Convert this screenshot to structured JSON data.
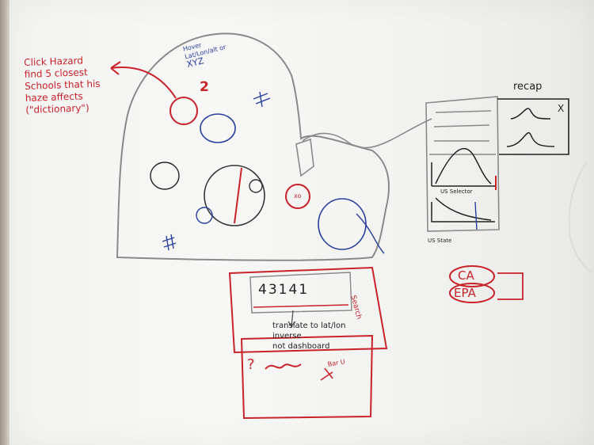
{
  "notes": {
    "click_hazard": [
      "Click Hazard",
      "find 5 closest",
      "Schools that his",
      "haze affects",
      "(\"dictionary\")"
    ],
    "number_two": "2",
    "hover_note": [
      "Hover",
      "Lat/Lon/alt or",
      "XYZ"
    ],
    "map_marker_label": "xo",
    "search_value": "43141",
    "search_label": "Search",
    "translate_note": [
      "translate to lat/lon",
      "inverse",
      "not dashboard"
    ],
    "question_mark": "?",
    "bar_label": "Bar U",
    "panel_title": "recap",
    "panel_close": "X",
    "selector_label": "US Selector",
    "state_label": "US State",
    "ca_label": "CA",
    "epa_label": "EPA"
  },
  "colors": {
    "board": "#f5f5f3",
    "marker_gray": "#8a8a8a",
    "marker_red": "#c8222b",
    "marker_blue": "#2a3f9e",
    "marker_black": "#222222"
  }
}
